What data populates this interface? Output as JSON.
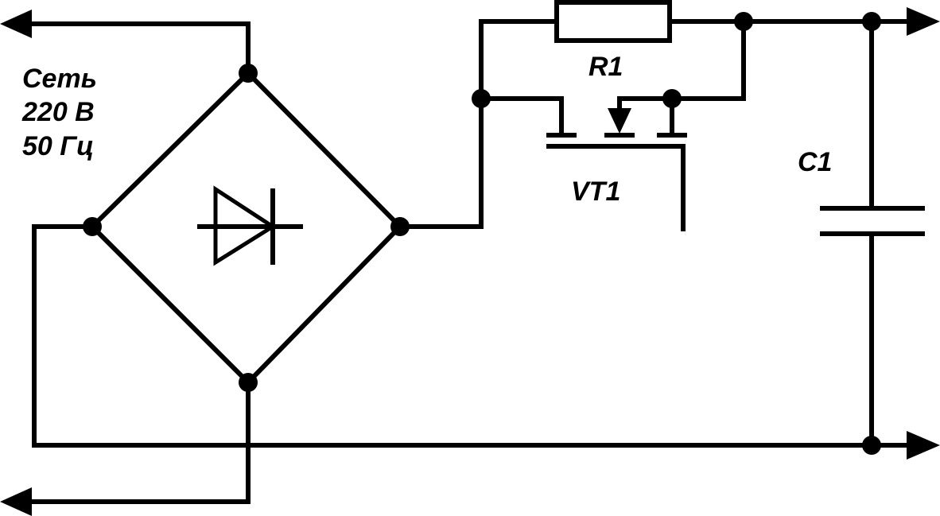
{
  "source": {
    "line1": "Сеть",
    "line2": "220 В",
    "line3": "50 Гц"
  },
  "components": {
    "resistor": "R1",
    "transistor": "VT1",
    "capacitor": "C1"
  }
}
